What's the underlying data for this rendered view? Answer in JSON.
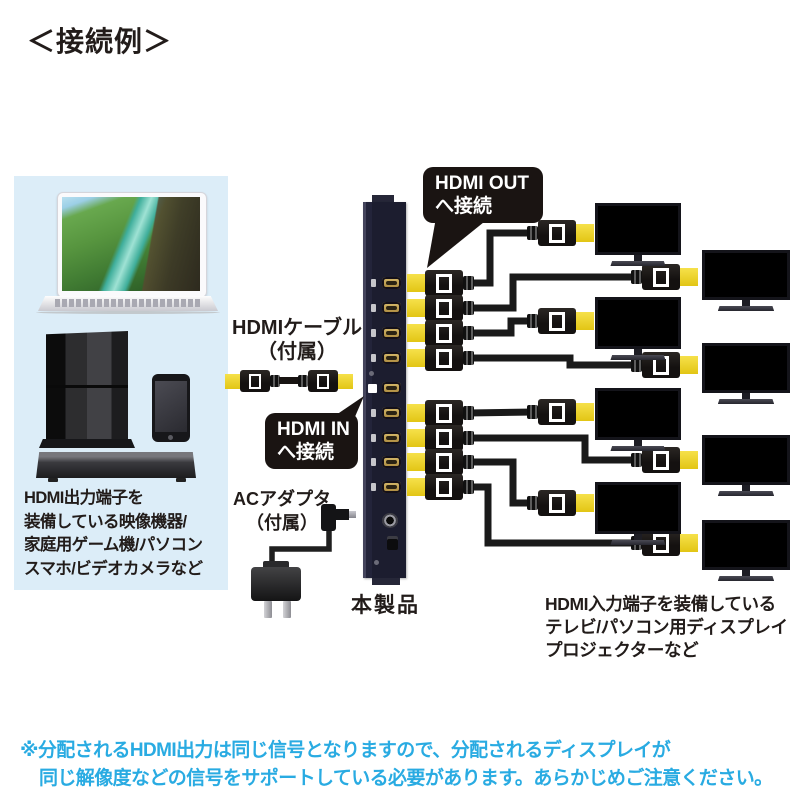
{
  "title": "＜接続例＞",
  "source_panel": {
    "caption_lines": [
      "HDMI出力端子を",
      "装備している映像機器/",
      "家庭用ゲーム機/パソコン",
      "スマホ/ビデオカメラなど"
    ]
  },
  "cable_label": {
    "line1": "HDMIケーブル",
    "line2": "（付属）"
  },
  "hdmi_out_badge": {
    "line1": "HDMI OUT",
    "line2": "へ接続"
  },
  "hdmi_in_badge": {
    "line1": "HDMI IN",
    "line2": "へ接続"
  },
  "ac_adapter_label": {
    "line1": "ACアダプタ",
    "line2": "（付属）"
  },
  "product_label": "本製品",
  "displays_caption_lines": [
    "HDMI入力端子を装備している",
    "テレビ/パソコン用ディスプレイ",
    "プロジェクターなど"
  ],
  "footnote_lines": [
    "※分配されるHDMI出力は同じ信号となりますので、分配されるディスプレイが",
    "同じ解像度などの信号をサポートしている必要があります。あらかじめご注意ください。"
  ],
  "device": {
    "hdmi_in_ports": 1,
    "hdmi_out_ports": 8,
    "connected_displays": 8
  },
  "colors": {
    "footnote_blue": "#29abe2",
    "panel_blue": "#dcedf8",
    "plug_yellow": "#eed32a",
    "badge_black": "#1a1412"
  }
}
